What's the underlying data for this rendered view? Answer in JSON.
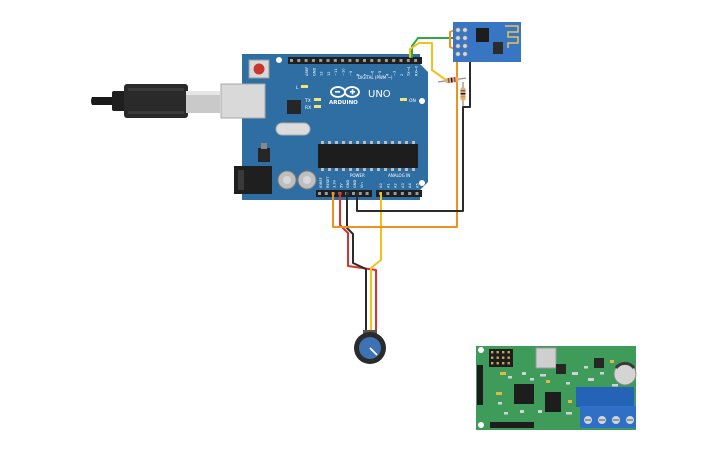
{
  "arduino": {
    "logo_text": "ARDUINO",
    "model": "UNO",
    "digital_label": "DIGITAL (PWM ~)",
    "power_label": "POWER",
    "analog_label": "ANALOG IN",
    "led_l": "L",
    "led_tx": "TX",
    "led_rx": "RX",
    "on_label": "ON",
    "top_pin_labels": [
      "AREF",
      "GND",
      "13",
      "12",
      "~11",
      "~10",
      "~9",
      "8",
      "7",
      "~6",
      "~5",
      "4",
      "~3",
      "2",
      "TX→1",
      "RX←0"
    ],
    "power_pin_labels": [
      "IOREF",
      "RESET",
      "3.3V",
      "5V",
      "GND",
      "GND",
      "Vin"
    ],
    "analog_pin_labels": [
      "A0",
      "A1",
      "A2",
      "A3",
      "A4",
      "A5"
    ]
  },
  "colors": {
    "board_blue": "#2f6ea3",
    "wire_red": "#e0302a",
    "wire_black": "#2b2b2b",
    "wire_yellow": "#f2c21b",
    "wire_orange": "#f0901e",
    "wire_green": "#2fa84a",
    "pcb_green": "#3e9b5a",
    "terminal_blue": "#2563b6"
  }
}
